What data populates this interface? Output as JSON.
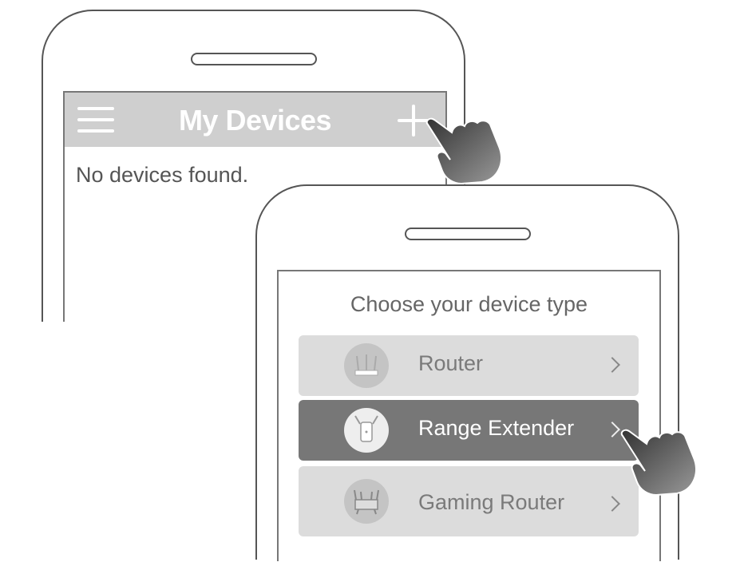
{
  "screen1": {
    "title": "My Devices",
    "empty_message": "No devices found.",
    "menu_icon": "hamburger-menu-icon",
    "add_icon": "plus-icon"
  },
  "screen2": {
    "heading": "Choose your device type",
    "devices": [
      {
        "label": "Router",
        "icon": "router-icon",
        "selected": false
      },
      {
        "label": "Range Extender",
        "icon": "range-extender-icon",
        "selected": true
      },
      {
        "label": "Gaming Router",
        "icon": "gaming-router-icon",
        "selected": false
      }
    ]
  },
  "colors": {
    "header_bg": "#cfcfcf",
    "row_bg": "#dcdcdc",
    "row_selected_bg": "#777777",
    "outline": "#555555"
  }
}
